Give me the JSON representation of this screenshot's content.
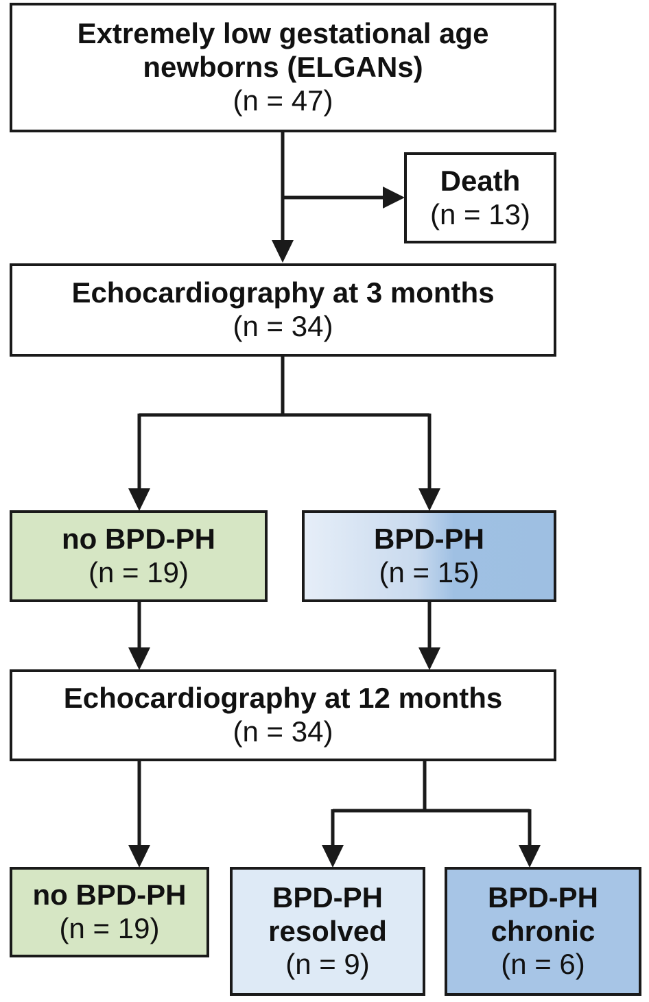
{
  "flowchart": {
    "root": {
      "title_line1": "Extremely low gestational age",
      "title_line2": "newborns (ELGANs)",
      "count": "(n = 47)"
    },
    "death": {
      "title": "Death",
      "count": "(n = 13)"
    },
    "echo3": {
      "title": "Echocardiography at 3 months",
      "count": "(n = 34)"
    },
    "no_bpd_3": {
      "title": "no BPD-PH",
      "count": "(n = 19)"
    },
    "bpd_3": {
      "title": "BPD-PH",
      "count": "(n = 15)"
    },
    "echo12": {
      "title": "Echocardiography at 12 months",
      "count": "(n = 34)"
    },
    "no_bpd_12": {
      "title": "no BPD-PH",
      "count": "(n = 19)"
    },
    "resolved": {
      "title_line1": "BPD-PH",
      "title_line2": "resolved",
      "count": "(n = 9)"
    },
    "chronic": {
      "title_line1": "BPD-PH",
      "title_line2": "chronic",
      "count": "(n = 6)"
    }
  },
  "colors": {
    "line": "#1a1a1a",
    "no_bpd_fill": "#d6e6c4",
    "resolved_fill": "#deeaf6",
    "chronic_fill": "#a7c5e6"
  }
}
